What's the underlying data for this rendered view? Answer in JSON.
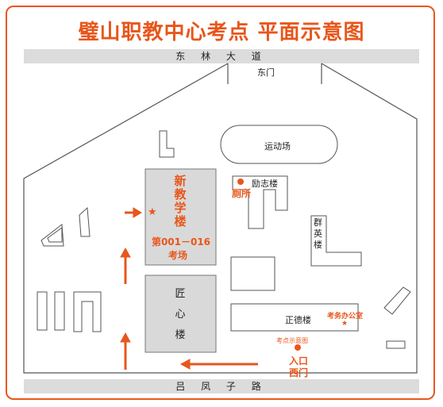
{
  "title": "璧山职教中心考点 平面示意图",
  "roads": {
    "north": "东 林 大 道",
    "south": "吕 凤 子 路"
  },
  "gates": {
    "east_gate": "东门",
    "entrance": "入口",
    "west_gate": "西门"
  },
  "buildings": {
    "new_teaching": [
      "新",
      "教",
      "学",
      "楼"
    ],
    "exam_rooms": "第001－016",
    "exam_rooms_suffix": "考场",
    "jiangxin": [
      "匠",
      "心",
      "楼"
    ],
    "lizhi": "励志楼",
    "qunying": [
      "群",
      "英",
      "楼"
    ],
    "zhengde": "正德楼",
    "playground": "运动场"
  },
  "markers": {
    "toilet": "厕所",
    "exam_office": "考务办公室",
    "site_map_sign": "考点示意图"
  },
  "colors": {
    "accent": "#e8561b",
    "building_fill": "#d9d9d9",
    "road": "#dcdcdc",
    "line": "#555555"
  },
  "icons": [
    "star-icon",
    "dot-marker-icon",
    "arrow-icon"
  ]
}
